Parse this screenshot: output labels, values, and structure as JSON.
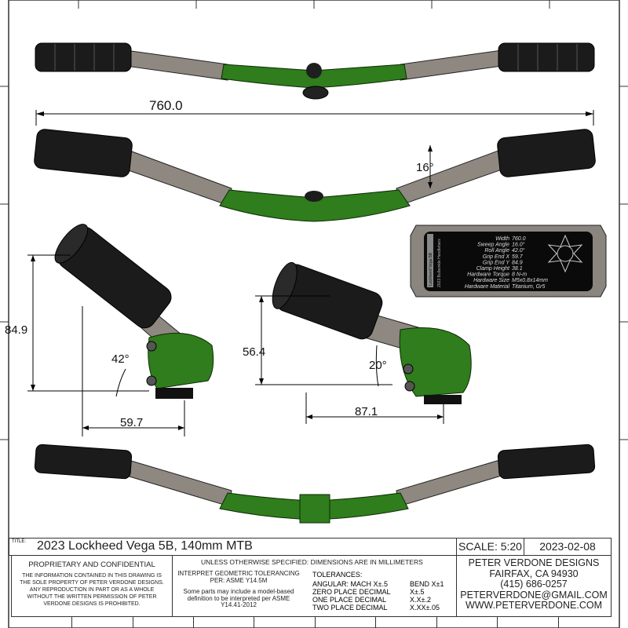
{
  "dimensions": {
    "width": "760.0",
    "sweep": "16°",
    "roll_left": "42°",
    "grip_y": "84.9",
    "grip_x": "59.7",
    "roll_right": "20°",
    "clamp_y": "56.4",
    "clamp_x": "87.1"
  },
  "plaque": {
    "side_label": "Lockheed Vega 5B",
    "side_sub": "2023 Bullwinkle Handlebars",
    "specs": [
      {
        "label": "Width",
        "value": "760.0"
      },
      {
        "label": "Sweep Angle",
        "value": "16.0°"
      },
      {
        "label": "Roll Angle",
        "value": "42.0°"
      },
      {
        "label": "Grip End X",
        "value": "59.7"
      },
      {
        "label": "Grip End Y",
        "value": "84.9"
      },
      {
        "label": "Clamp Height",
        "value": "38.1"
      },
      {
        "label": "Hardware Torque",
        "value": "8 N-m"
      },
      {
        "label": "Hardware Size",
        "value": "M5x0.8x14mm"
      },
      {
        "label": "Hardware Material",
        "value": "Titanium, Gr5"
      }
    ]
  },
  "title_block": {
    "title_label": "TITLE:",
    "title": "2023 Lockheed Vega 5B, 140mm MTB",
    "scale": "SCALE: 5:20",
    "date": "2023-02-08",
    "prop_heading": "PROPRIETARY AND CONFIDENTIAL",
    "prop_text": "THE INFORMATION CONTAINED IN THIS DRAWING IS THE SOLE PROPERTY OF PETER VERDONE DESIGNS.  ANY  REPRODUCTION IN PART OR AS A WHOLE WITHOUT THE WRITTEN PERMISSION OF PETER VERDONE DESIGNS IS PROHIBITED.",
    "unless": "UNLESS OTHERWISE SPECIFIED: DIMENSIONS ARE IN MILLIMETERS",
    "gdt": "INTERPRET GEOMETRIC TOLERANCING PER: ASME Y14.5M",
    "mbd": "Some parts may include a model-based definition to be interpreted per ASME Y14.41-2012",
    "tol_heading": "TOLERANCES:",
    "tolerances": [
      {
        "label": "ANGULAR: MACH X±.5",
        "value": "BEND X±1"
      },
      {
        "label": "ZERO PLACE DECIMAL",
        "value": "X±.5"
      },
      {
        "label": "ONE PLACE DECIMAL",
        "value": "X.X±.2"
      },
      {
        "label": "TWO PLACE DECIMAL",
        "value": "X.XX±.05"
      }
    ],
    "company": [
      "PETER VERDONE DESIGNS",
      "FAIRFAX, CA 94930",
      "(415) 686-0257",
      "PETERVERDONE@GMAIL.COM",
      "WWW.PETERVERDONE.COM"
    ]
  }
}
